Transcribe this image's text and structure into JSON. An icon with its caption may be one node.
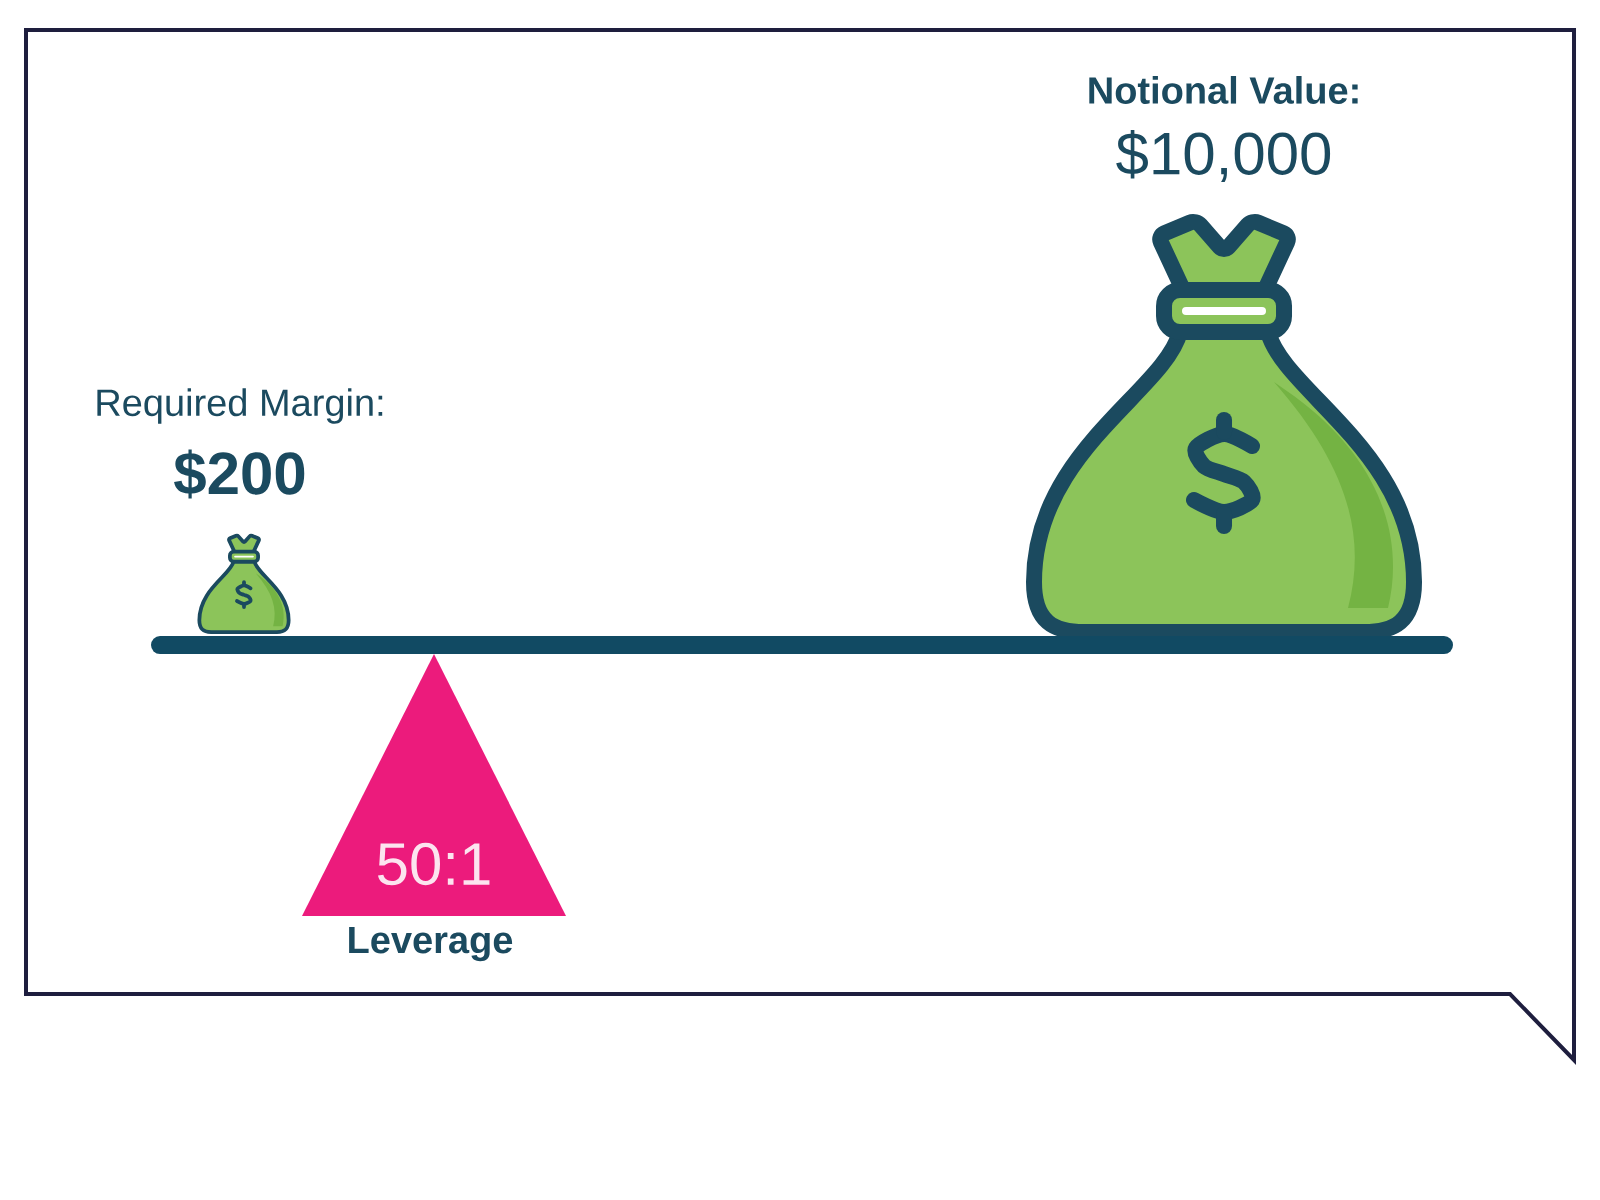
{
  "diagram": {
    "nodes": [
      {
        "text": [
          "Required Margin:",
          "$200"
        ]
      },
      {
        "text": [
          "Notional Value:",
          "$10,000"
        ]
      },
      {
        "text": [
          "50:1"
        ],
        "beside": [
          "Leverage"
        ]
      }
    ]
  }
}
